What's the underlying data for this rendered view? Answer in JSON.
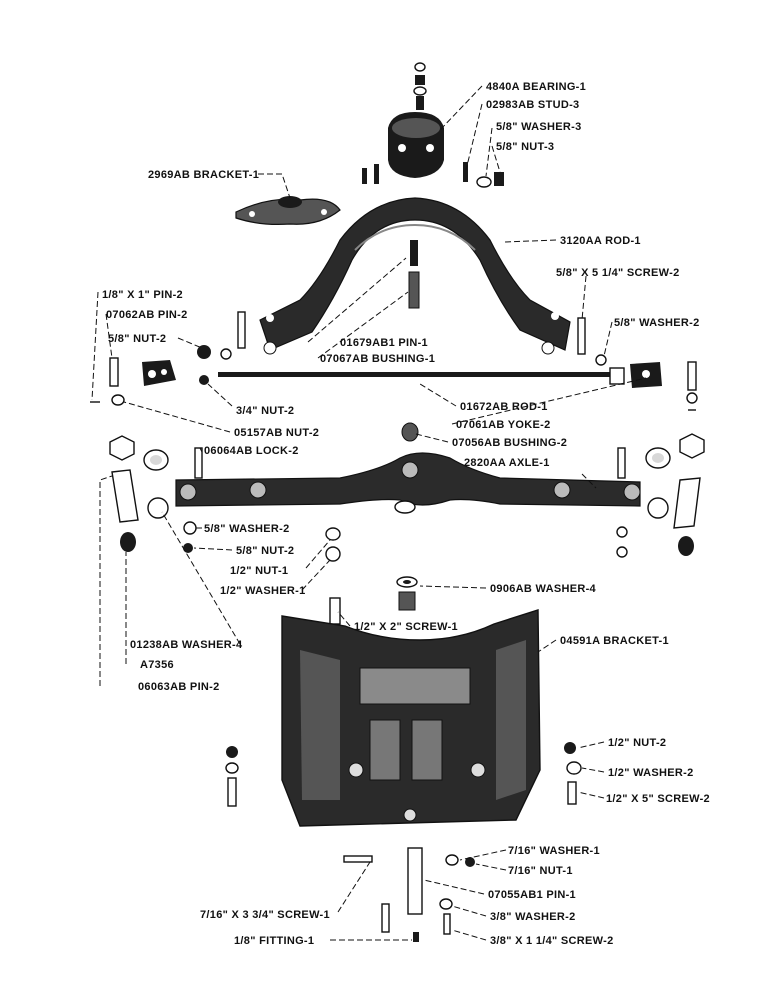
{
  "labels": {
    "bearing": "4840A BEARING-1",
    "stud": "02983AB STUD-3",
    "washer_5_8_3": "5/8\" WASHER-3",
    "nut_5_8_3": "5/8\" NUT-3",
    "bracket_top": "2969AB BRACKET-1",
    "rod_3120": "3120AA ROD-1",
    "screw_5_8_x_5_1_4": "5/8\" X 5 1/4\" SCREW-2",
    "pin_1_8_x_1": "1/8\" X 1\" PIN-2",
    "pin_07062": "07062AB PIN-2",
    "nut_5_8_2_left": "5/8\" NUT-2",
    "washer_5_8_2_right": "5/8\" WASHER-2",
    "pin_01679": "01679AB1 PIN-1",
    "bushing_07067": "07067AB BUSHING-1",
    "nut_3_4": "3/4\" NUT-2",
    "rod_01672": "01672AB ROD-1",
    "nut_05157": "05157AB NUT-2",
    "yoke_07061": "07061AB YOKE-2",
    "lock_06064": "06064AB LOCK-2",
    "bushing_07056": "07056AB BUSHING-2",
    "axle_2820": "2820AA AXLE-1",
    "washer_5_8_2_lower": "5/8\" WASHER-2",
    "nut_5_8_2_lower": "5/8\" NUT-2",
    "nut_1_2_1": "1/2\" NUT-1",
    "washer_1_2_1": "1/2\" WASHER-1",
    "washer_0906": "0906AB WASHER-4",
    "screw_1_2_x_2": "1/2\" X 2\" SCREW-1",
    "washer_01238": "01238AB WASHER-4",
    "a7356": "A7356",
    "pin_06063": "06063AB PIN-2",
    "bracket_04591": "04591A BRACKET-1",
    "nut_1_2_2": "1/2\" NUT-2",
    "washer_1_2_2": "1/2\" WASHER-2",
    "screw_1_2_x_5": "1/2\" X 5\" SCREW-2",
    "washer_7_16": "7/16\" WASHER-1",
    "nut_7_16": "7/16\" NUT-1",
    "pin_07055": "07055AB1 PIN-1",
    "screw_7_16_x_3_3_4": "7/16\" X 3 3/4\" SCREW-1",
    "washer_3_8_2": "3/8\" WASHER-2",
    "fitting_1_8": "1/8\" FITTING-1",
    "screw_3_8_x_1_1_4": "3/8\" X 1 1/4\" SCREW-2"
  }
}
